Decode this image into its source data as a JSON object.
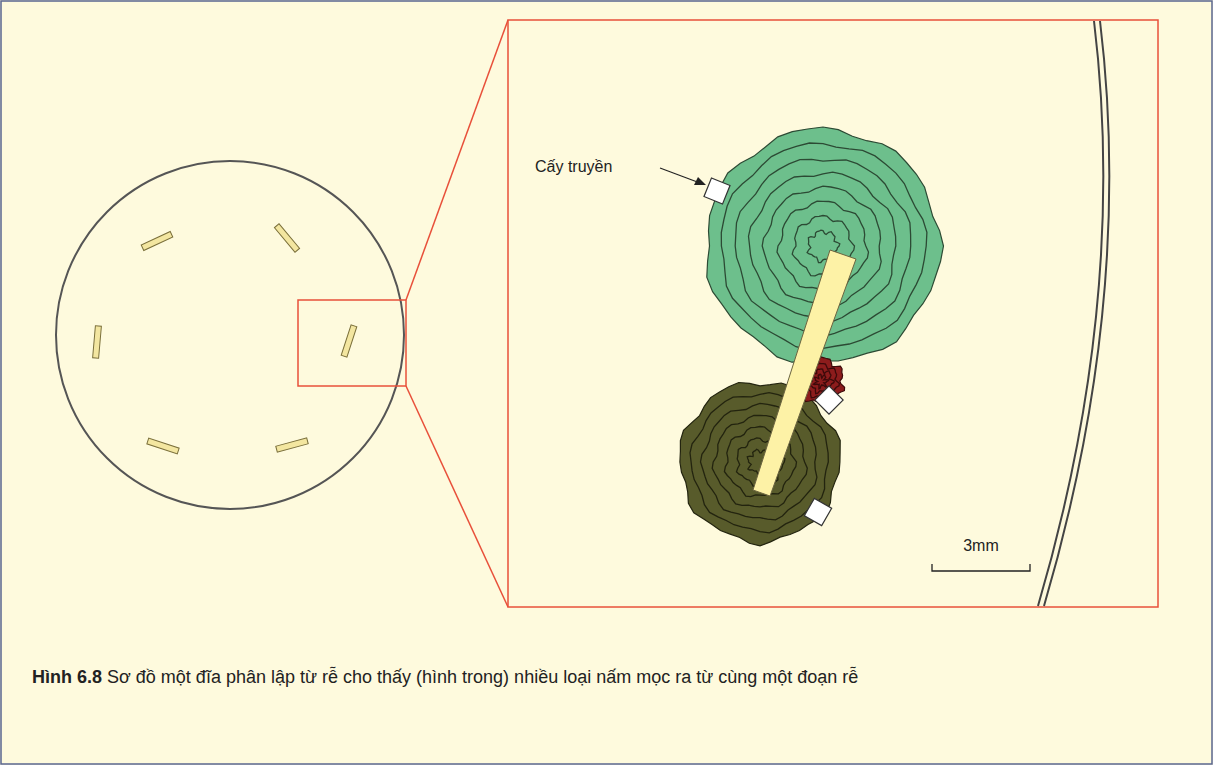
{
  "diagram": {
    "caption": "Sơ đồ một đĩa phân lập từ rễ cho thấy (hình trong) nhiều loại nấm mọc ra từ cùng một đoạn rễ",
    "labels": [
      "Cấy truyền",
      "3mm",
      "Hình 6.8"
    ]
  }
}
